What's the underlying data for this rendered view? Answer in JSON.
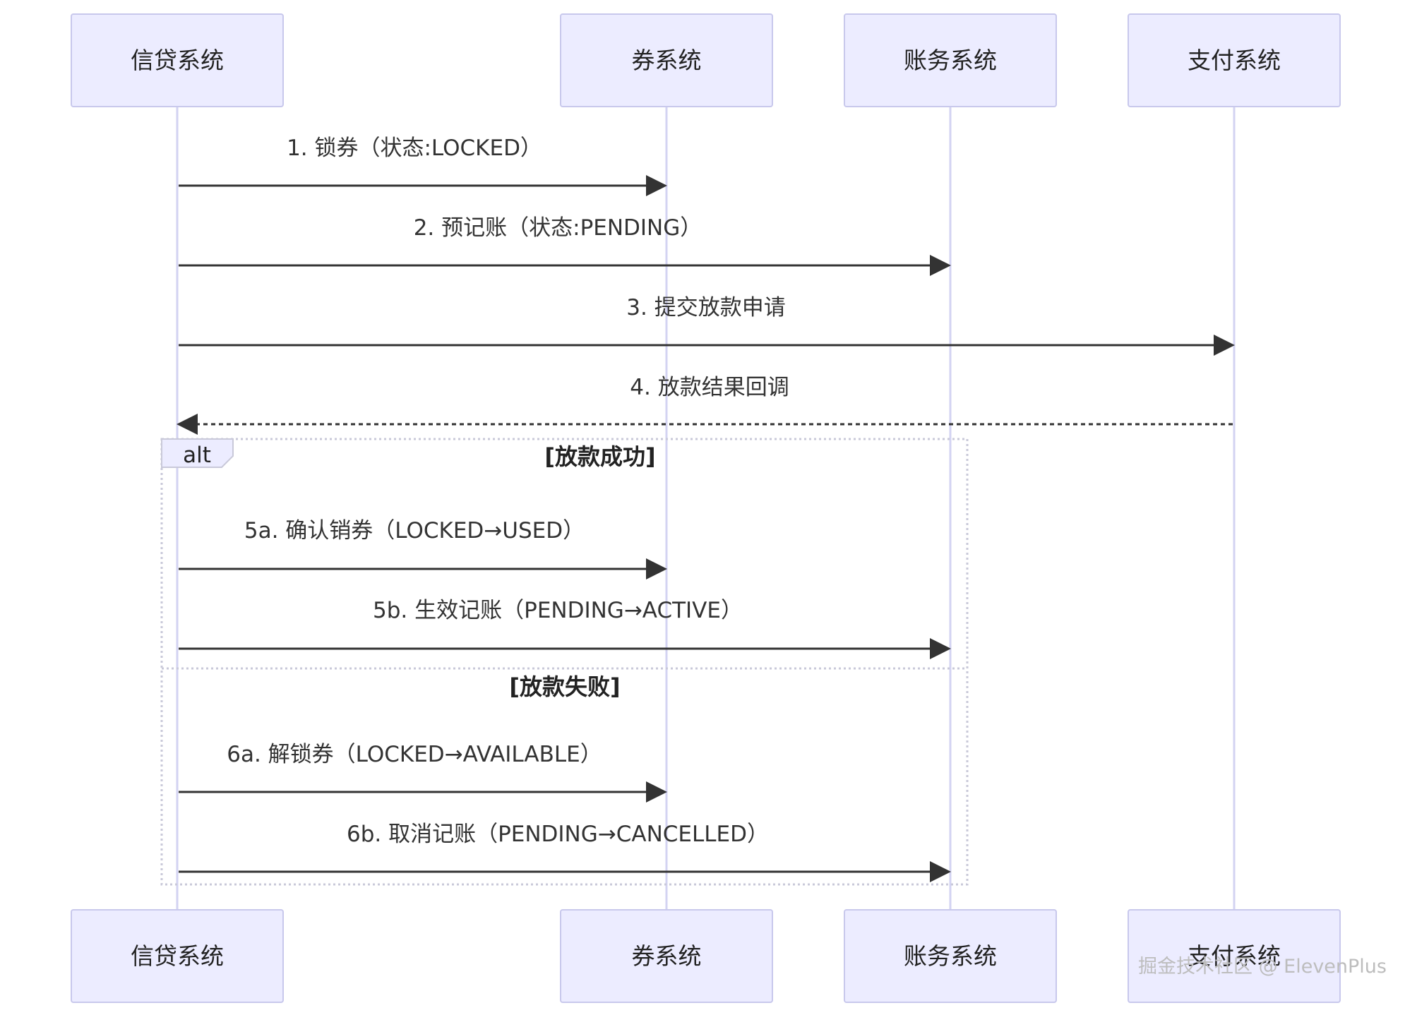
{
  "participants": [
    {
      "id": "credit",
      "label": "信贷系统"
    },
    {
      "id": "coupon",
      "label": "券系统"
    },
    {
      "id": "ledger",
      "label": "账务系统"
    },
    {
      "id": "payment",
      "label": "支付系统"
    }
  ],
  "messages": [
    {
      "label": "1. 锁券（状态:LOCKED）",
      "from": "credit",
      "to": "coupon",
      "style": "solid"
    },
    {
      "label": "2. 预记账（状态:PENDING）",
      "from": "credit",
      "to": "ledger",
      "style": "solid"
    },
    {
      "label": "3. 提交放款申请",
      "from": "credit",
      "to": "payment",
      "style": "solid"
    },
    {
      "label": "4. 放款结果回调",
      "from": "payment",
      "to": "credit",
      "style": "dashed"
    },
    {
      "label": "5a. 确认销券（LOCKED→USED）",
      "from": "credit",
      "to": "coupon",
      "style": "solid"
    },
    {
      "label": "5b. 生效记账（PENDING→ACTIVE）",
      "from": "credit",
      "to": "ledger",
      "style": "solid"
    },
    {
      "label": "6a. 解锁券（LOCKED→AVAILABLE）",
      "from": "credit",
      "to": "coupon",
      "style": "solid"
    },
    {
      "label": "6b. 取消记账（PENDING→CANCELLED）",
      "from": "credit",
      "to": "ledger",
      "style": "solid"
    }
  ],
  "alt": {
    "keyword": "alt",
    "branches": [
      "[放款成功]",
      "[放款失败]"
    ]
  },
  "watermark": "掘金技术社区 @ ElevenPlus",
  "colors": {
    "actor_fill": "#ececff",
    "actor_stroke": "#c8c8ec",
    "lifeline": "#d3d3f2",
    "arrow": "#333333",
    "alt_border": "#c9c9d9"
  }
}
